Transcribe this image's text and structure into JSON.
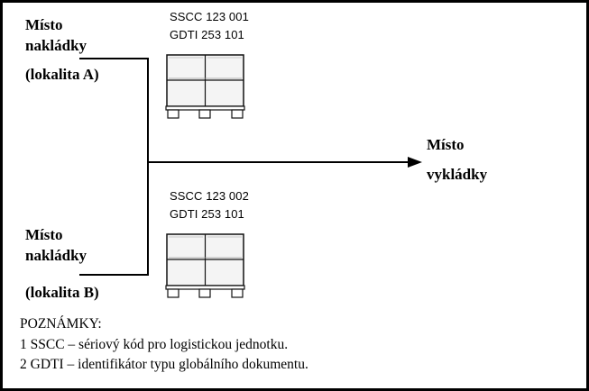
{
  "origin_a": {
    "line1": "Místo",
    "line2": "nakládky",
    "line3": "(lokalita A)"
  },
  "origin_b": {
    "line1": "Místo",
    "line2": "nakládky",
    "line3": "(lokalita B)"
  },
  "destination": {
    "line1": "Místo",
    "line2": "vykládky"
  },
  "pallet_1": {
    "sscc": "SSCC 123 001",
    "gdti": "GDTI 253 101"
  },
  "pallet_2": {
    "sscc": "SSCC 123 002",
    "gdti": "GDTI 253 101"
  },
  "notes": {
    "heading": "POZNÁMKY:",
    "items": [
      "1  SSCC – sériový kód pro logistickou jednotku.",
      "2  GDTI – identifikátor typu globálního dokumentu."
    ]
  }
}
